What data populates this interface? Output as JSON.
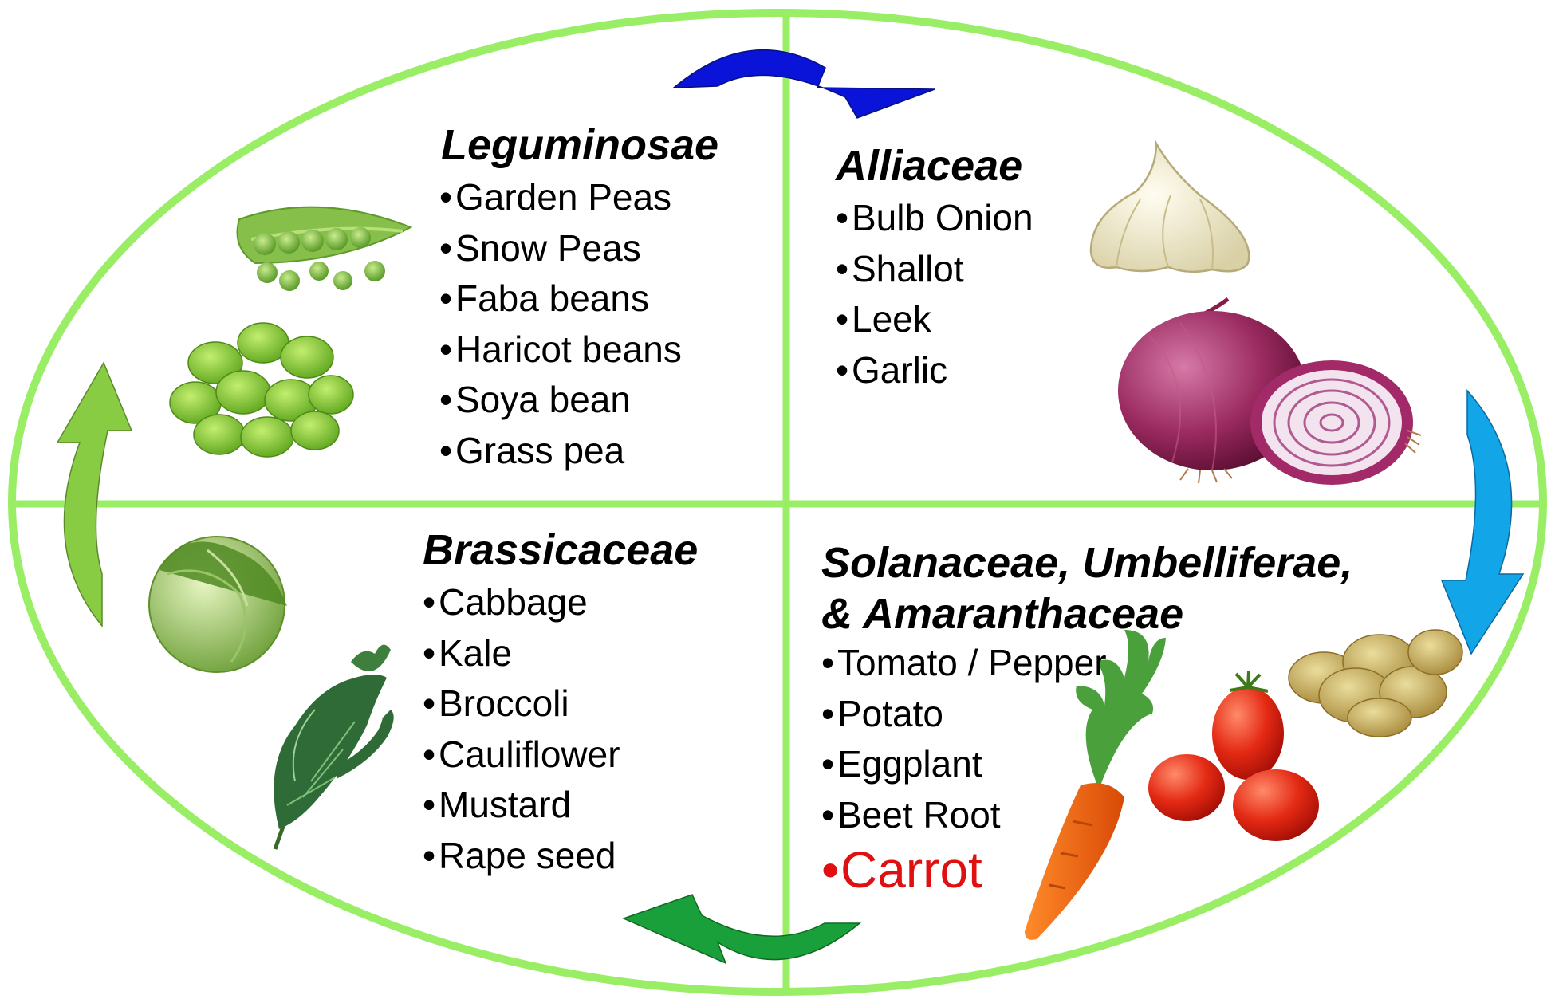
{
  "quadrants": {
    "top_left": {
      "title": "Leguminosae",
      "items": [
        "Garden Peas",
        "Snow Peas",
        "Faba beans",
        "Haricot beans",
        "Soya bean",
        "Grass pea"
      ]
    },
    "top_right": {
      "title": "Alliaceae",
      "items": [
        "Bulb Onion",
        "Shallot",
        "Leek",
        "Garlic"
      ]
    },
    "bottom_left": {
      "title": "Brassicaceae",
      "items": [
        "Cabbage",
        "Kale",
        "Broccoli",
        "Cauliflower",
        "Mustard",
        "Rape seed"
      ]
    },
    "bottom_right": {
      "title_line1": "Solanaceae, Umbelliferae,",
      "title_line2": "& Amaranthaceae",
      "items": [
        "Tomato / Pepper",
        "Potato",
        "Eggplant",
        "Beet Root"
      ],
      "highlight_item": "Carrot"
    }
  },
  "bullet": "•",
  "colors": {
    "ellipse": "#99ee66",
    "arrow_top": "#0a14d8",
    "arrow_right": "#12a6e8",
    "arrow_bottom": "#1aa03a",
    "arrow_left": "#88cc44",
    "highlight": "#e01010"
  },
  "icons": [
    "garden-peas-icon",
    "faba-beans-icon",
    "garlic-icon",
    "red-onion-icon",
    "cabbage-icon",
    "kale-icon",
    "potatoes-icon",
    "tomatoes-icon",
    "carrot-icon"
  ]
}
